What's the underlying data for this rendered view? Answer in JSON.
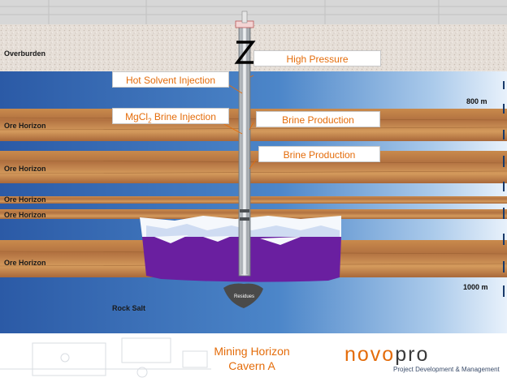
{
  "layers": {
    "overburden": "Overburden",
    "ore_horizon_1": "Ore Horizon",
    "ore_horizon_2": "Ore Horizon",
    "ore_horizon_3": "Ore Horizon",
    "ore_horizon_4": "Ore Horizon",
    "ore_horizon_5": "Ore Horizon",
    "rock_salt": "Rock Salt"
  },
  "callouts": {
    "high_pressure": "High Pressure",
    "hot_solvent": "Hot Solvent Injection",
    "mgcl2_main": "MgCl",
    "mgcl2_sub": "2",
    "mgcl2_rest": " Brine Injection",
    "brine_production_1": "Brine Production",
    "brine_production_2": "Brine Production"
  },
  "depths": {
    "d800": "800 m",
    "d1000": "1000 m"
  },
  "cavern": {
    "residues": "Residues"
  },
  "footer": {
    "title_line1": "Mining Horizon",
    "title_line2": "Cavern A"
  },
  "logo": {
    "part1": "novo",
    "part2": "pro",
    "tagline": "Project Development & Management"
  },
  "colors": {
    "accent": "#e46c0a",
    "cavern_fill": "#6a1fa0",
    "ore": "#b0733e",
    "rock_salt_blue": "#2e5fa8"
  }
}
